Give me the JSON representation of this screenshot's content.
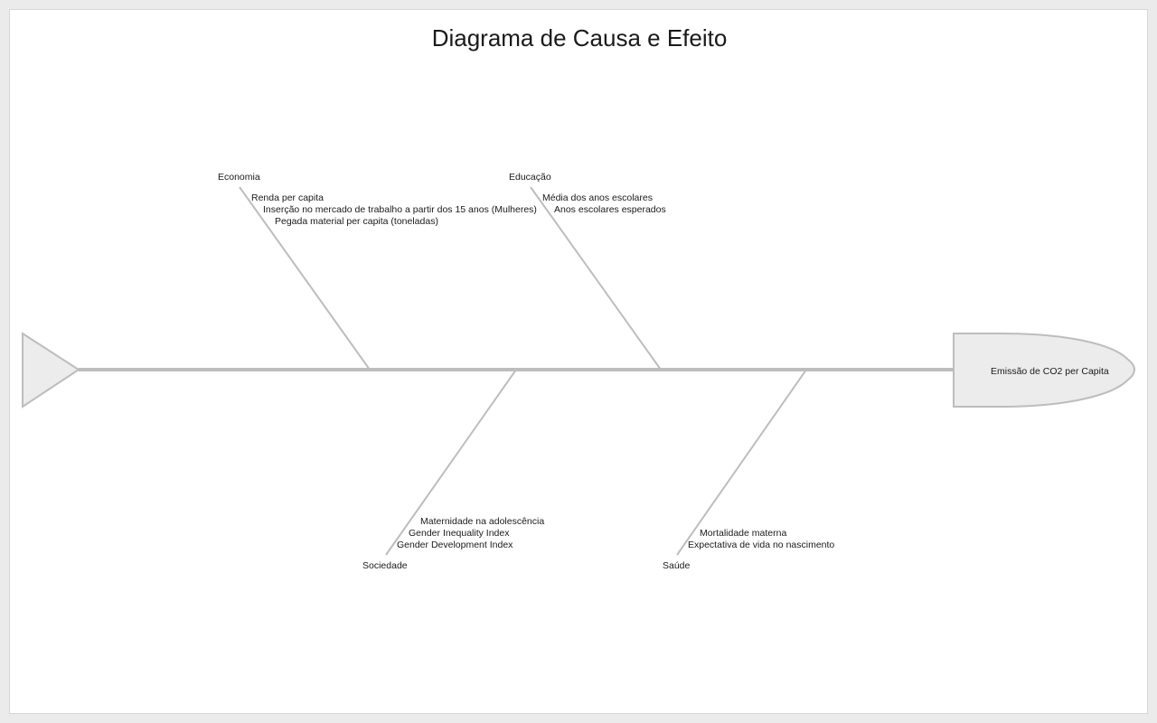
{
  "title": "Diagrama de Causa e Efeito",
  "effect": "Emissão de CO2 per Capita",
  "colors": {
    "background": "#ebebeb",
    "canvas": "#ffffff",
    "line": "#bdbdbd",
    "shape_fill": "#ececec",
    "text": "#1a1a1a"
  },
  "categories": [
    {
      "name": "Economia",
      "side": "top",
      "causes": [
        "Renda per capita",
        "Inserção no mercado de trabalho a partir dos 15 anos (Mulheres)",
        "Pegada material per capita (toneladas)"
      ]
    },
    {
      "name": "Educação",
      "side": "top",
      "causes": [
        "Média dos anos escolares",
        "Anos escolares esperados"
      ]
    },
    {
      "name": "Sociedade",
      "side": "bottom",
      "causes": [
        "Maternidade na adolescência",
        "Gender Inequality Index",
        "Gender Development Index"
      ]
    },
    {
      "name": "Saúde",
      "side": "bottom",
      "causes": [
        "Mortalidade materna",
        "Expectativa de vida no nascimento"
      ]
    }
  ]
}
